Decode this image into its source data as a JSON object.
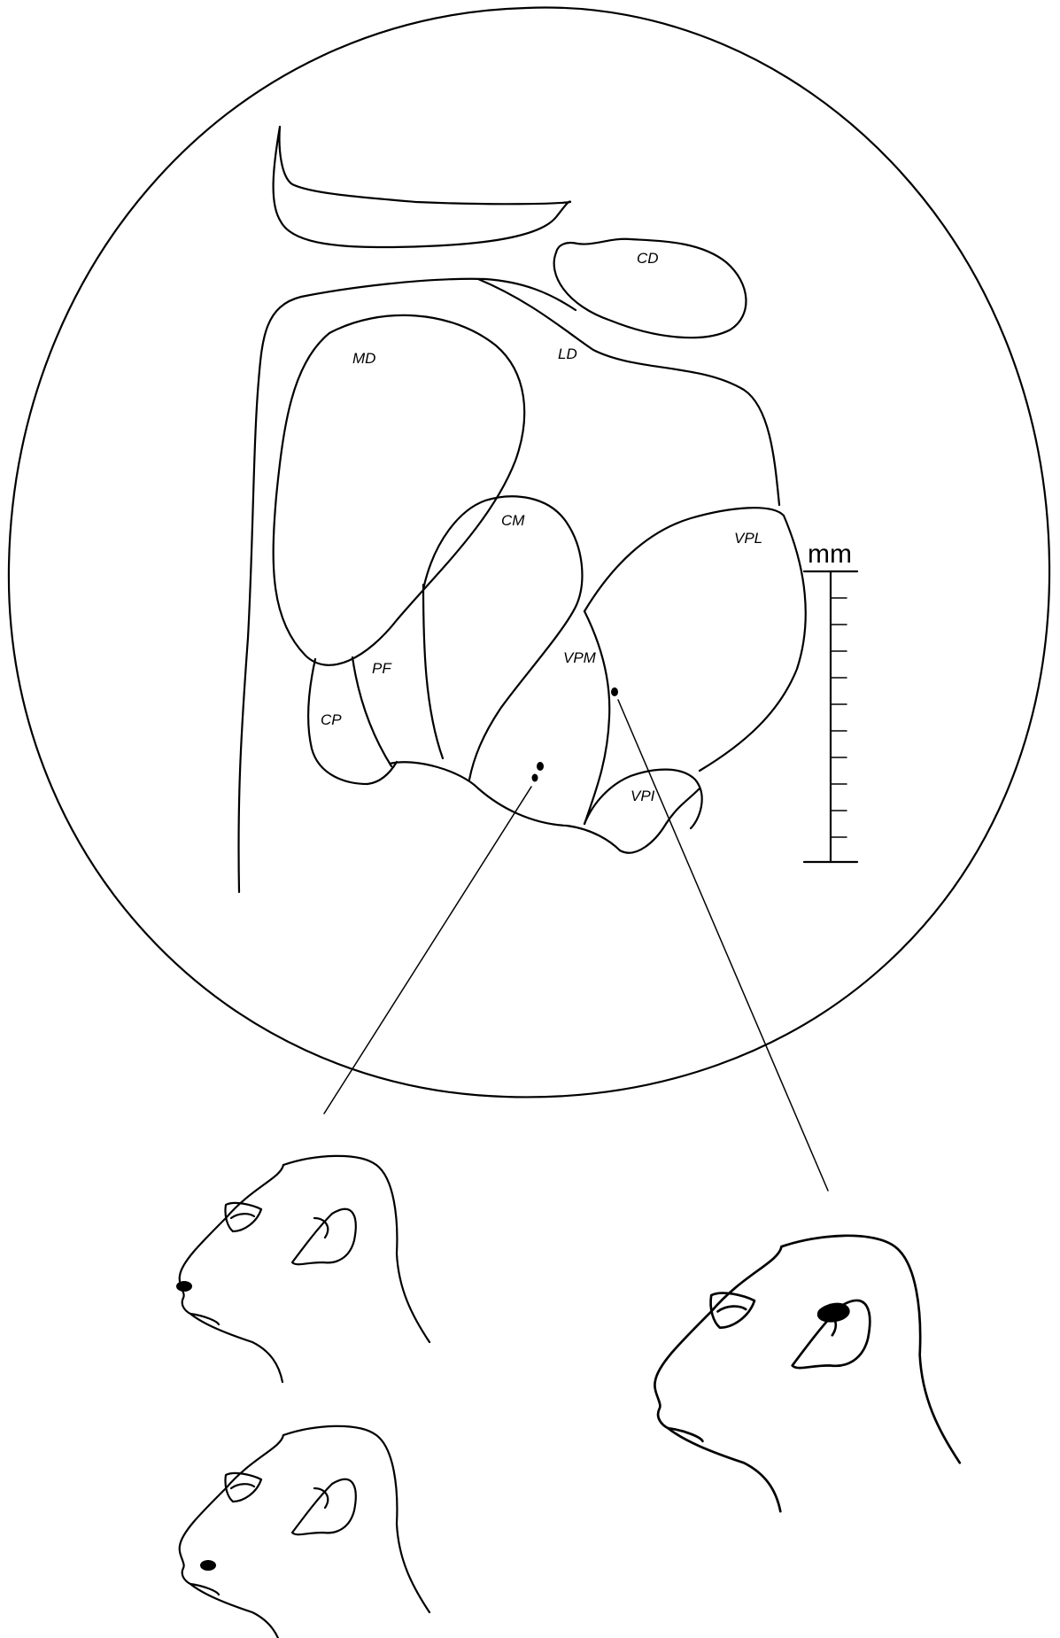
{
  "labels": {
    "CD": "CD",
    "MD": "MD",
    "LD": "LD",
    "CM": "CM",
    "VPL": "VPL",
    "VPM": "VPM",
    "PF": "PF",
    "CP": "CP",
    "VPI": "VPI"
  },
  "scale_bar": {
    "unit": "mm"
  },
  "colors": {
    "line": "#000000",
    "background": "#ffffff"
  }
}
